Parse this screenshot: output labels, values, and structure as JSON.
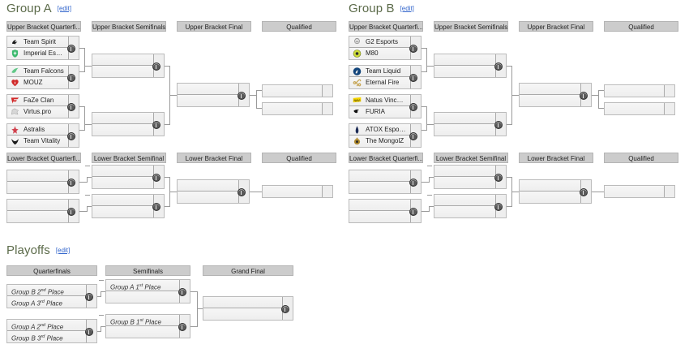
{
  "page": {
    "edit_label": "[edit]",
    "accent_heading": "#5c6b4a",
    "accent_link": "#3366cc",
    "header_bg": "#cccccc",
    "box_bg": "#f0f0f0"
  },
  "sections": [
    {
      "id": "group-a",
      "title": "Group A"
    },
    {
      "id": "group-b",
      "title": "Group B"
    },
    {
      "id": "playoffs",
      "title": "Playoffs"
    }
  ],
  "group_a": {
    "title": "Group A",
    "upper": {
      "headers": [
        "Upper Bracket Quarterfi...",
        "Upper Bracket Semifinals",
        "Upper Bracket Final",
        "Qualified"
      ],
      "quarterfinals": [
        {
          "teams": [
            "Team Spirit",
            "Imperial Esports"
          ]
        },
        {
          "teams": [
            "Team Falcons",
            "MOUZ"
          ]
        },
        {
          "teams": [
            "FaZe Clan",
            "Virtus.pro"
          ]
        },
        {
          "teams": [
            "Astralis",
            "Team Vitality"
          ]
        }
      ],
      "semifinals": [
        {
          "teams": [
            "",
            ""
          ]
        },
        {
          "teams": [
            "",
            ""
          ]
        }
      ],
      "final": {
        "teams": [
          "",
          ""
        ]
      },
      "qualified": [
        "",
        ""
      ]
    },
    "lower": {
      "headers": [
        "Lower Bracket Quarterfi...",
        "Lower Bracket Semifinal",
        "Lower Bracket Final",
        "Qualified"
      ],
      "quarterfinals": [
        {
          "teams": [
            "",
            ""
          ]
        },
        {
          "teams": [
            "",
            ""
          ]
        }
      ],
      "semifinals": [
        {
          "teams": [
            "",
            ""
          ]
        },
        {
          "teams": [
            "",
            ""
          ]
        }
      ],
      "final": {
        "teams": [
          "",
          ""
        ]
      },
      "qualified": [
        ""
      ]
    }
  },
  "group_b": {
    "title": "Group B",
    "upper": {
      "headers": [
        "Upper Bracket Quarterfi...",
        "Upper Bracket Semifinals",
        "Upper Bracket Final",
        "Qualified"
      ],
      "quarterfinals": [
        {
          "teams": [
            "G2 Esports",
            "M80"
          ]
        },
        {
          "teams": [
            "Team Liquid",
            "Eternal Fire"
          ]
        },
        {
          "teams": [
            "Natus Vincere",
            "FURIA"
          ]
        },
        {
          "teams": [
            "ATOX Esports",
            "The MongolZ"
          ]
        }
      ],
      "semifinals": [
        {
          "teams": [
            "",
            ""
          ]
        },
        {
          "teams": [
            "",
            ""
          ]
        }
      ],
      "final": {
        "teams": [
          "",
          ""
        ]
      },
      "qualified": [
        "",
        ""
      ]
    },
    "lower": {
      "headers": [
        "Lower Bracket Quarterfi...",
        "Lower Bracket Semifinal",
        "Lower Bracket Final",
        "Qualified"
      ],
      "quarterfinals": [
        {
          "teams": [
            "",
            ""
          ]
        },
        {
          "teams": [
            "",
            ""
          ]
        }
      ],
      "semifinals": [
        {
          "teams": [
            "",
            ""
          ]
        },
        {
          "teams": [
            "",
            ""
          ]
        }
      ],
      "final": {
        "teams": [
          "",
          ""
        ]
      },
      "qualified": [
        ""
      ]
    }
  },
  "playoffs": {
    "title": "Playoffs",
    "headers": [
      "Quarterfinals",
      "Semifinals",
      "Grand Final"
    ],
    "quarterfinals": [
      {
        "teams": [
          "Group B 2nd Place",
          "Group A 3rd Place"
        ]
      },
      {
        "teams": [
          "Group A 2nd Place",
          "Group B 3rd Place"
        ]
      }
    ],
    "semifinals": [
      {
        "teams": [
          "Group A 1st Place",
          ""
        ]
      },
      {
        "teams": [
          "Group B 1st Place",
          ""
        ]
      }
    ],
    "grand_final": {
      "teams": [
        "",
        ""
      ]
    }
  },
  "logos": {
    "team-spirit": {
      "color": "#1a1a1a",
      "glyph": "spirit"
    },
    "imperial-esports": {
      "color": "#3cba6e",
      "glyph": "shield"
    },
    "team-falcons": {
      "color": "#63c888",
      "glyph": "falcon"
    },
    "mouz": {
      "color": "#d02a2a",
      "glyph": "heart"
    },
    "faze-clan": {
      "color": "#d22a2a",
      "glyph": "faze"
    },
    "virtus-pro": {
      "color": "#d7d7d7",
      "glyph": "bear"
    },
    "astralis": {
      "color": "#d0404c",
      "glyph": "star"
    },
    "team-vitality": {
      "color": "#1a1a1a",
      "glyph": "bee"
    },
    "g2-esports": {
      "color": "#d9d9d9",
      "glyph": "samurai"
    },
    "m80": {
      "color": "#cddc39",
      "glyph": "circle"
    },
    "team-liquid": {
      "color": "#11447a",
      "glyph": "horse"
    },
    "eternal-fire": {
      "color": "#c8a85a",
      "glyph": "infinity"
    },
    "natus-vincere": {
      "color": "#f5d400",
      "glyph": "navi"
    },
    "furia": {
      "color": "#111111",
      "glyph": "panther"
    },
    "atox-esports": {
      "color": "#1b2a55",
      "glyph": "atox"
    },
    "the-mongolz": {
      "color": "#b08a2e",
      "glyph": "mongolz"
    }
  }
}
